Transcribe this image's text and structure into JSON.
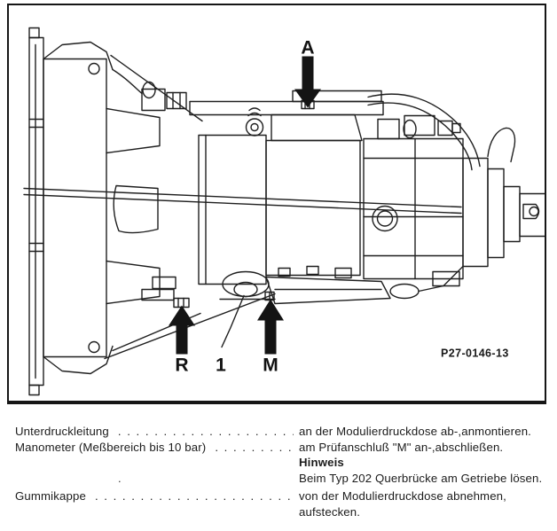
{
  "figure": {
    "marker_a": "A",
    "marker_r": "R",
    "marker_1": "1",
    "marker_m": "M",
    "part_number": "P27-0146-13"
  },
  "notes": {
    "rows": [
      {
        "term": "Unterdruckleitung",
        "leader": ". . . . . . . . . . . . . . . . . . . . . . . . . . . . . . . . . . . . . . . . . . . . .",
        "desc": "an der Modulierdruckdose ab-,anmontieren."
      },
      {
        "term": "Manometer (Meßbereich bis 10 bar)",
        "leader": ". . . . . . . . . . . . . . . . . . . . . . . . . . . . . . . . . . . . . . . . . . . . .",
        "desc": "am Prüfanschluß \"M\" an-,abschließen."
      },
      {
        "heading": "Hinweis"
      },
      {
        "desc": "Beim Typ 202 Querbrücke am Getriebe lösen."
      },
      {
        "term": "Gummikappe",
        "leader": ". . . . . . . . . . . . . . . . . . . . . . . . . . . . . . . . . . . . . . . . . . . . .",
        "desc": "von der Modulierdruckdose abnehmen,"
      },
      {
        "desc": "aufstecken."
      }
    ],
    "stray_mark": "."
  }
}
